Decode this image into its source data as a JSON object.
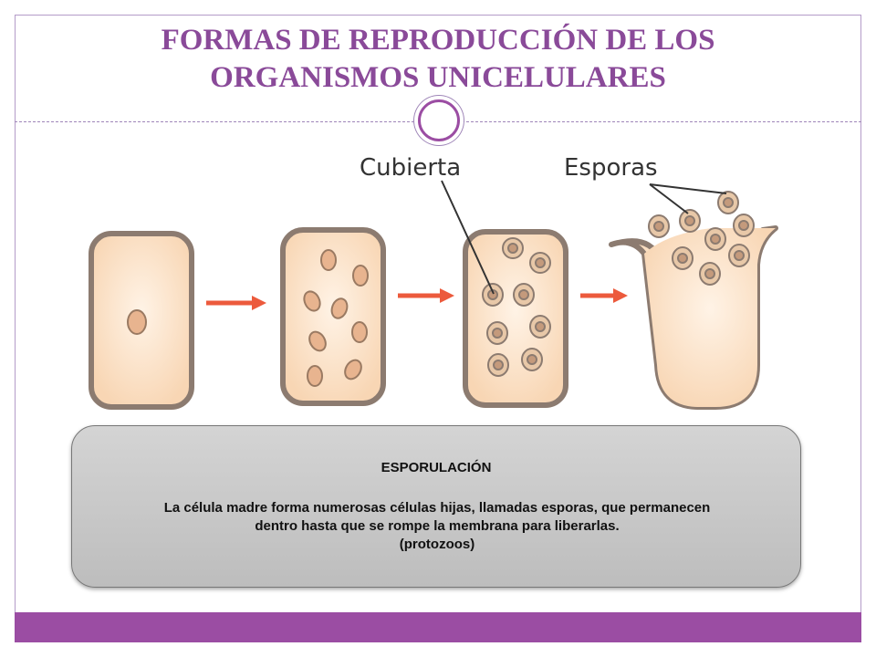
{
  "title": {
    "line1": "FORMAS DE REPRODUCCIÓN DE LOS",
    "line2": "ORGANISMOS UNICELULARES"
  },
  "diagram": {
    "label_cubierta": "Cubierta",
    "label_esporas": "Esporas",
    "colors": {
      "cell_fill": "#fbe2c8",
      "cell_border": "#8c7b70",
      "nucleus_fill": "#e8b48f",
      "arrow": "#ec5a3c"
    }
  },
  "caption": {
    "heading": "ESPORULACIÓN",
    "body_line1": "La célula madre forma numerosas células hijas, llamadas esporas, que permanecen",
    "body_line2": "dentro hasta que se rompe la membrana para liberarlas.",
    "body_line3": "(protozoos)"
  },
  "theme": {
    "accent": "#9b4da3",
    "title_color": "#8a4a99"
  }
}
